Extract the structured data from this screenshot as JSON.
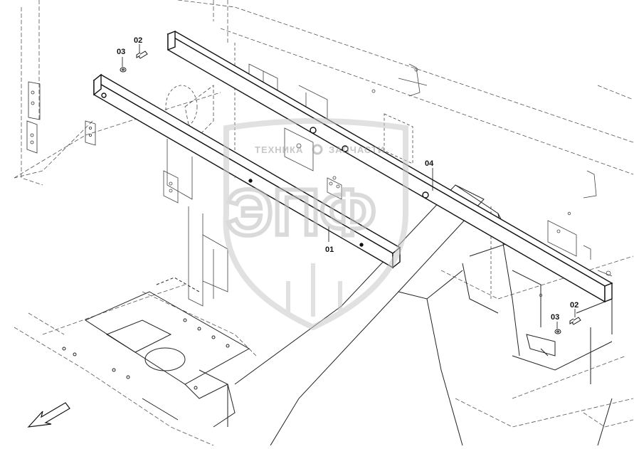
{
  "diagram": {
    "callouts": {
      "p01": "01",
      "p02_left": "02",
      "p03_left": "03",
      "p02_right": "02",
      "p03_right": "03",
      "p04": "04"
    },
    "watermark": {
      "line1_left": "ТЕХНИКА",
      "line1_right": "ЗАПЧАСТИ",
      "emblem": "ЭПФ"
    },
    "colors": {
      "line": "#222222",
      "dashed": "#555555",
      "watermark": "#c9c9c9"
    }
  }
}
